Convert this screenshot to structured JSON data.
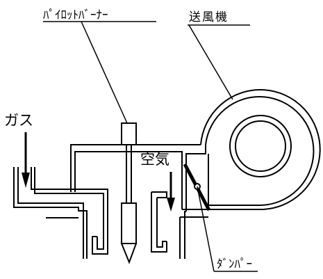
{
  "labels": {
    "pilot_burner": "ﾊﾟｲﾛｯﾄﾊﾞｰﾅｰ",
    "blower": "送風機",
    "gas": "ガス",
    "air": "空気",
    "damper": "ﾀﾞﾝﾊﾟｰ"
  },
  "colors": {
    "line": "#000000",
    "background": "#ffffff"
  }
}
